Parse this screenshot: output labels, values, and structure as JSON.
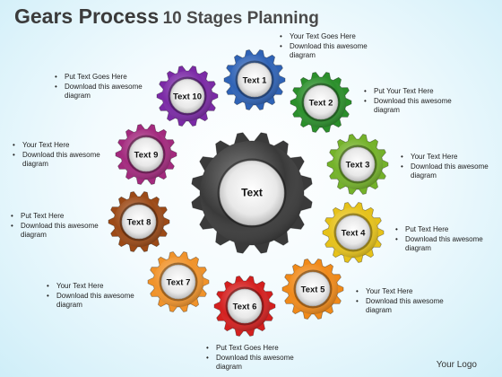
{
  "title": {
    "main": "Gears Process",
    "sub": "10 Stages Planning"
  },
  "center": {
    "label": "Text",
    "color": "#3a3a3a"
  },
  "gears": [
    {
      "label": "Text 1",
      "color": "#2f63b6"
    },
    {
      "label": "Text 2",
      "color": "#2b8f2b"
    },
    {
      "label": "Text 3",
      "color": "#74b22a"
    },
    {
      "label": "Text 4",
      "color": "#e6c21a"
    },
    {
      "label": "Text 5",
      "color": "#f08a1a"
    },
    {
      "label": "Text 6",
      "color": "#d4201f"
    },
    {
      "label": "Text 7",
      "color": "#f0932b"
    },
    {
      "label": "Text 8",
      "color": "#9c4a17"
    },
    {
      "label": "Text 9",
      "color": "#a32a7e"
    },
    {
      "label": "Text 10",
      "color": "#7b2aa6"
    }
  ],
  "blurbs": [
    {
      "line1": "Your Text Goes Here",
      "line2": "Download this awesome",
      "line3": "diagram"
    },
    {
      "line1": "Put Your Text Here",
      "line2": "Download this awesome",
      "line3": "diagram"
    },
    {
      "line1": "Your Text Here",
      "line2": "Download this awesome",
      "line3": "diagram"
    },
    {
      "line1": "Put Text Here",
      "line2": "Download this awesome",
      "line3": "diagram"
    },
    {
      "line1": "Your Text Here",
      "line2": "Download this awesome",
      "line3": "diagram"
    },
    {
      "line1": "Put Text Goes Here",
      "line2": "Download this awesome",
      "line3": "diagram"
    },
    {
      "line1": "Your Text Here",
      "line2": "Download this awesome",
      "line3": "diagram"
    },
    {
      "line1": "Put Text Here",
      "line2": "Download this awesome",
      "line3": "diagram"
    },
    {
      "line1": "Your Text Here",
      "line2": "Download this awesome",
      "line3": "diagram"
    },
    {
      "line1": "Put Text Goes Here",
      "line2": "Download this awesome",
      "line3": "diagram"
    }
  ],
  "bullet": "•",
  "logo": "Your Logo"
}
